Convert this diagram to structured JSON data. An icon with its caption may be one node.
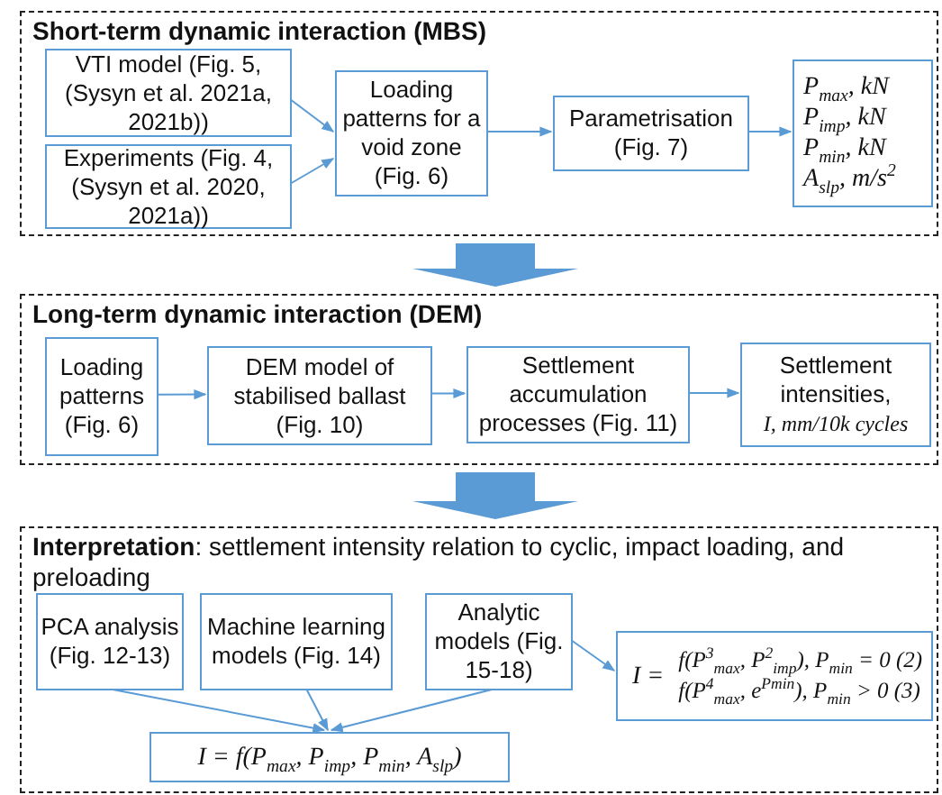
{
  "diagram": {
    "nodes": [
      {
        "text": [
          "Short-term dynamic interaction (MBS)"
        ]
      },
      {
        "text": [
          "VTI model (Fig. 5, (Sysyn et al. 2021a, 2021b))"
        ],
        "in": 0
      },
      {
        "text": [
          "Experiments (Fig. 4, (Sysyn et al. 2020, 2021a))"
        ],
        "in": 0
      },
      {
        "text": [
          "Loading patterns for a void zone (Fig. 6)"
        ],
        "in": 0
      },
      {
        "text": [
          "Parametrisation (Fig. 7)"
        ],
        "in": 0
      },
      {
        "text": [
          "P$_{max}$, kN",
          "P$_{imp}$, kN",
          "P$_{min}$, kN",
          "A$_{slp}$, m/s$^{2}$"
        ],
        "in": 0
      },
      {
        "text": [
          "Long-term dynamic interaction (DEM)"
        ]
      },
      {
        "text": [
          "Loading patterns (Fig. 6)"
        ],
        "in": 6
      },
      {
        "text": [
          "DEM model of stabilised ballast (Fig. 10)"
        ],
        "in": 6
      },
      {
        "text": [
          "Settlement accumulation processes (Fig. 11)"
        ],
        "in": 6
      },
      {
        "text": [
          "Settlement intensities,",
          "I, mm/10k cycles"
        ],
        "in": 6
      },
      {
        "text": [
          "**Interpretation**: settlement intensity relation to cyclic, impact loading, and preloading"
        ]
      },
      {
        "text": [
          "PCA analysis (Fig. 12-13)"
        ],
        "in": 11
      },
      {
        "text": [
          "Machine learning models (Fig. 14)"
        ],
        "in": 11
      },
      {
        "text": [
          "Analytic models (Fig. 15-18)"
        ],
        "in": 11
      },
      {
        "text": [
          "I = f(P$_{max}$, P$_{imp}$, P$_{min}$, A$_{slp}$)"
        ],
        "in": 11
      },
      {
        "text": [
          "I =",
          "f(P$^{3}$$_{max}$, P$^{2}$$_{imp}$), P$_{min}$ = 0  (2)",
          "f(P$^{4}$$_{max}$, e$^{Pmin}$), P$_{min}$ > 0 (3)"
        ],
        "in": 11
      }
    ],
    "edges": [
      {
        "from": 1,
        "to": 3,
        "arrow": "to"
      },
      {
        "from": 2,
        "to": 3,
        "arrow": "to"
      },
      {
        "from": 3,
        "to": 4,
        "arrow": "to"
      },
      {
        "from": 4,
        "to": 5,
        "arrow": "to"
      },
      {
        "from": 0,
        "to": 6,
        "arrow": "to",
        "style": "thick"
      },
      {
        "from": 7,
        "to": 8,
        "arrow": "to"
      },
      {
        "from": 8,
        "to": 9,
        "arrow": "to"
      },
      {
        "from": 9,
        "to": 10,
        "arrow": "to"
      },
      {
        "from": 6,
        "to": 11,
        "arrow": "to",
        "style": "thick"
      },
      {
        "from": 12,
        "to": 15,
        "arrow": "to"
      },
      {
        "from": 13,
        "to": 15,
        "arrow": "to"
      },
      {
        "from": 14,
        "to": 15,
        "arrow": "to"
      },
      {
        "from": 14,
        "to": 16,
        "arrow": "to"
      }
    ]
  }
}
